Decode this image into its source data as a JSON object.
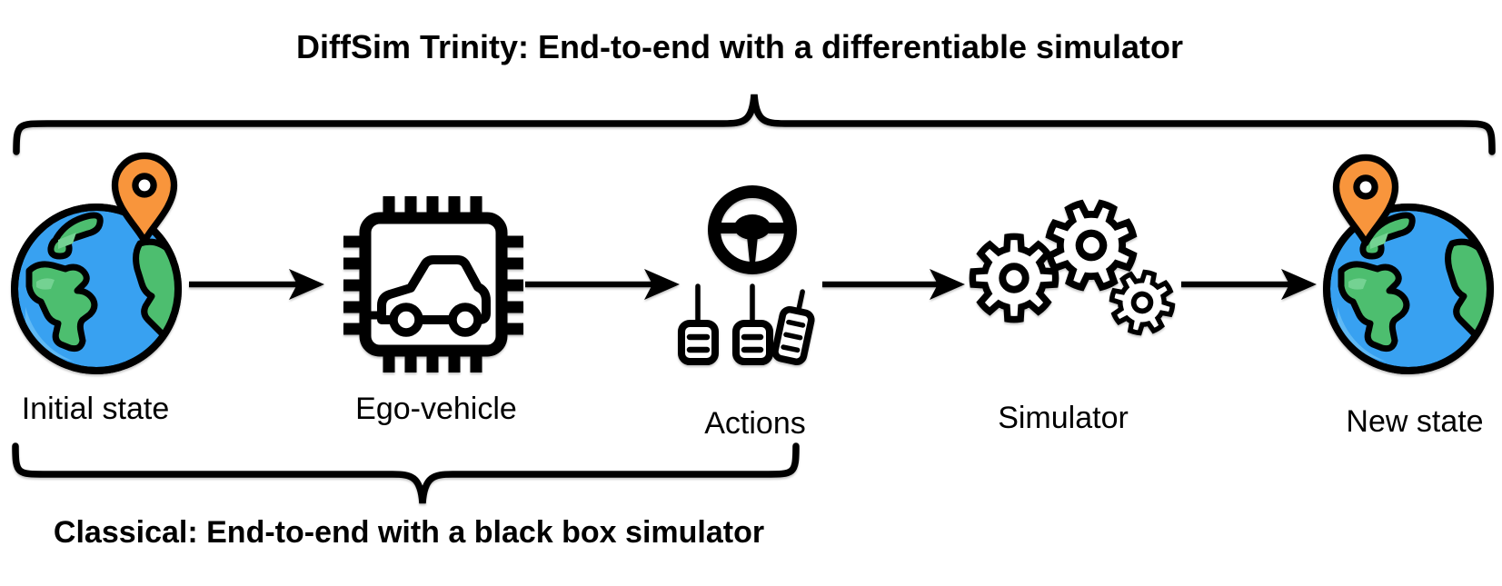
{
  "diagram": {
    "top_brace_label": "DiffSim Trinity: End-to-end with a differentiable simulator",
    "bottom_brace_label": "Classical: End-to-end with a black box simulator",
    "stages": [
      {
        "label": "Initial state",
        "icon": "globe-location-pin-icon"
      },
      {
        "label": "Ego-vehicle",
        "icon": "microchip-car-icon"
      },
      {
        "label": "Actions",
        "icon": "steering-wheel-pedals-icon"
      },
      {
        "label": "Simulator",
        "icon": "gears-icon"
      },
      {
        "label": "New state",
        "icon": "globe-location-pin-icon"
      }
    ],
    "connector_icon": "arrow-right-icon",
    "grouping_shape": "curly-brace",
    "colors": {
      "outline": "#000000",
      "ocean_blue": "#38a1f1",
      "ocean_blue_light": "#5fb9f5",
      "land_green": "#4dbe6f",
      "land_green_light": "#74d292",
      "pin_orange": "#f8953c"
    }
  }
}
